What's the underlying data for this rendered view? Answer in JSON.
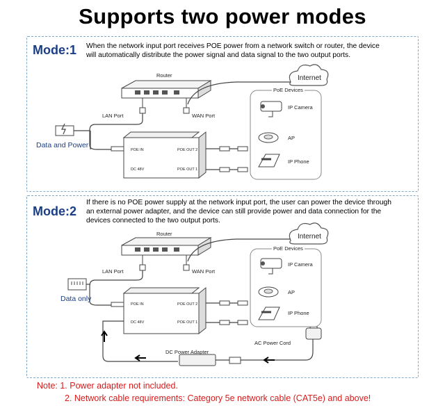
{
  "title": "Supports two power modes",
  "mode1": {
    "label": "Mode:1",
    "desc_line1": "When the network input port receives POE power from a network switch or router, the device",
    "desc_line2": "will automatically distribute the power signal and data signal to the two output ports.",
    "router": "Router",
    "internet": "Internet",
    "lan_port": "LAN Port",
    "wan_port": "WAN Port",
    "source_label": "Data and Power",
    "poe_in": "POE IN",
    "dc_48v": "DC 48V",
    "poe_out2": "POE OUT 2",
    "poe_out1": "POE OUT 1",
    "poe_devices": "PoE Devices",
    "ip_camera": "IP Camera",
    "ap": "AP",
    "ip_phone": "IP Phone"
  },
  "mode2": {
    "label": "Mode:2",
    "desc_line1": "If there is no POE power supply at the network input port, the user can power the device through",
    "desc_line2": "an external power adapter, and the device can still provide power and data connection for the",
    "desc_line3": "devices connected to the two output ports.",
    "router": "Router",
    "internet": "Internet",
    "lan_port": "LAN Port",
    "wan_port": "WAN Port",
    "source_label": "Data only",
    "poe_in": "POE IN",
    "dc_48v": "DC 48V",
    "poe_out2": "POE OUT 2",
    "poe_out1": "POE OUT 1",
    "poe_devices": "PoE Devices",
    "ip_camera": "IP Camera",
    "ap": "AP",
    "ip_phone": "IP Phone",
    "ac_power_cord": "AC Power Cord",
    "dc_power_adapter": "DC Power Adapter"
  },
  "notes": {
    "line1": "Note: 1. Power adapter not included.",
    "line2": "2. Network cable requirements: Category 5e network cable (CAT5e) and above!"
  },
  "colors": {
    "mode_label": "#1b3e86",
    "panel_border": "#7fa9c9",
    "note_text": "#d81b1b"
  }
}
